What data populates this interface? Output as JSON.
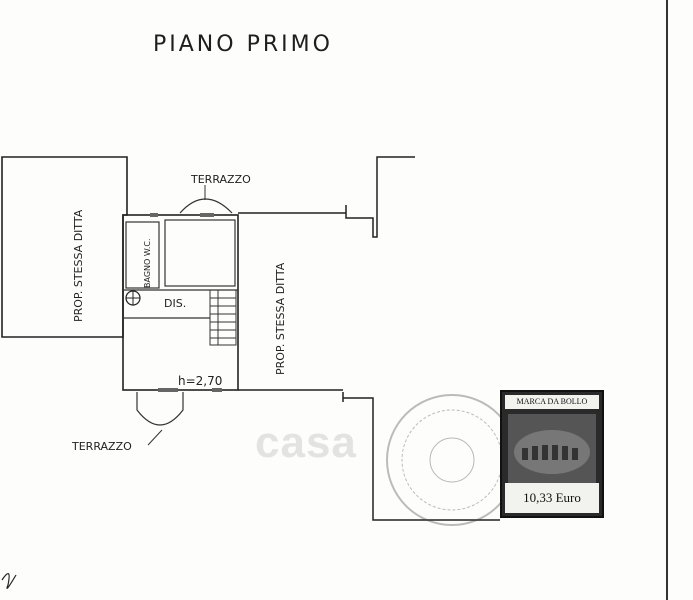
{
  "plan": {
    "title": "PIANO PRIMO",
    "labels": {
      "terrazzo_top": "TERRAZZO",
      "terrazzo_bottom": "TERRAZZO",
      "prop_left": "PROP. STESSA DITTA",
      "prop_right": "PROP. STESSA DITTA",
      "bagno": "BAGNO W.C.",
      "dis": "DIS.",
      "height": "h=2,70"
    }
  },
  "watermark": "casa",
  "revenue_stamp": {
    "top_text": "MARCA DA BOLLO",
    "value": "10,33 Euro"
  }
}
